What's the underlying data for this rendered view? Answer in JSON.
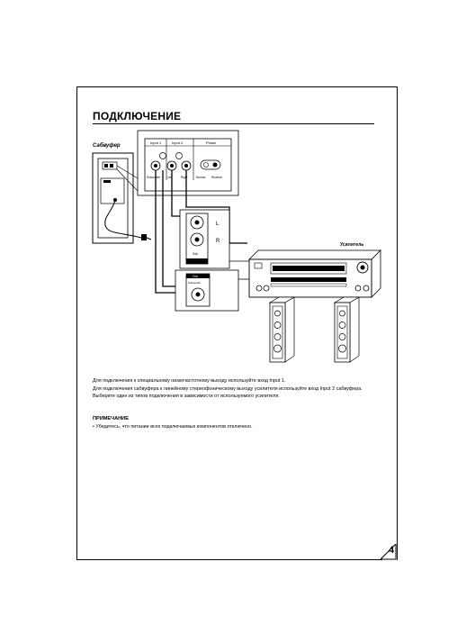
{
  "page": {
    "title": "ПОДКЛЮЧЕНИЕ",
    "page_number": "4"
  },
  "diagram": {
    "subwoofer_label": "Сабвуфер",
    "amplifier_label": "Усилитель",
    "input1_label": "Input 1",
    "input2_label": "Input 2",
    "phase_label": "Phase",
    "sub_jack_label": "Subwoofer",
    "left_jack_label": "Left",
    "right_jack_label": "Right",
    "phase_normal_label": "Normal",
    "phase_reverse_label": "Reverse",
    "rca_l_label": "L",
    "rca_r_label": "R",
    "rca_sub_label": "Sub",
    "panel_out_label": "Out",
    "panel_sub_label": "Subwoofer"
  },
  "body": {
    "para1": "Для подключения к специальному низкочастотному выходу используйте вход Input 1.",
    "para2": "Для подключения сабвуфера к линейному стереофоническому выходу усилителя используйте вход Input 2 сабвуфера. Выберите один из типов подключения в зависимости от используемого усилителя.",
    "note_heading": "ПРИМЕЧАНИЕ",
    "note_text": "• Убедитесь, что питание всех подключаемых компонентов отключено."
  }
}
